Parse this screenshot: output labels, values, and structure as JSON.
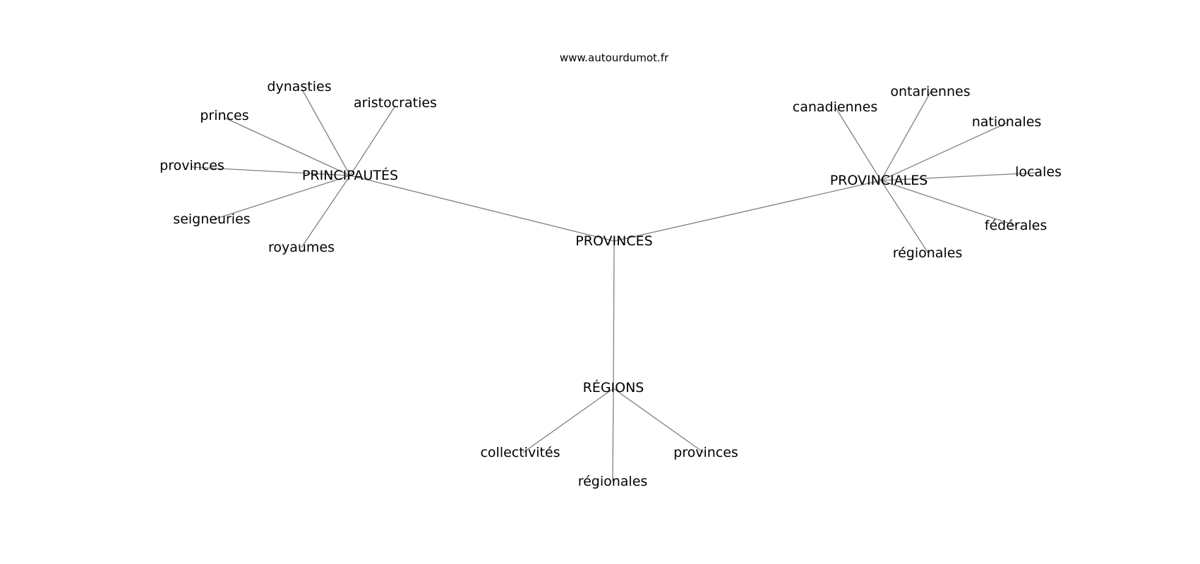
{
  "header": {
    "site": "www.autourdumot.fr"
  },
  "graph": {
    "root": "PROVINCES",
    "clusters": [
      {
        "label": "PRINCIPAUTÉS",
        "children": [
          "dynasties",
          "aristocraties",
          "princes",
          "provinces",
          "seigneuries",
          "royaumes"
        ]
      },
      {
        "label": "PROVINCIALES",
        "children": [
          "canadiennes",
          "ontariennes",
          "nationales",
          "locales",
          "fédérales",
          "régionales"
        ]
      },
      {
        "label": "RÉGIONS",
        "children": [
          "collectivités",
          "régionales",
          "provinces"
        ]
      }
    ]
  }
}
